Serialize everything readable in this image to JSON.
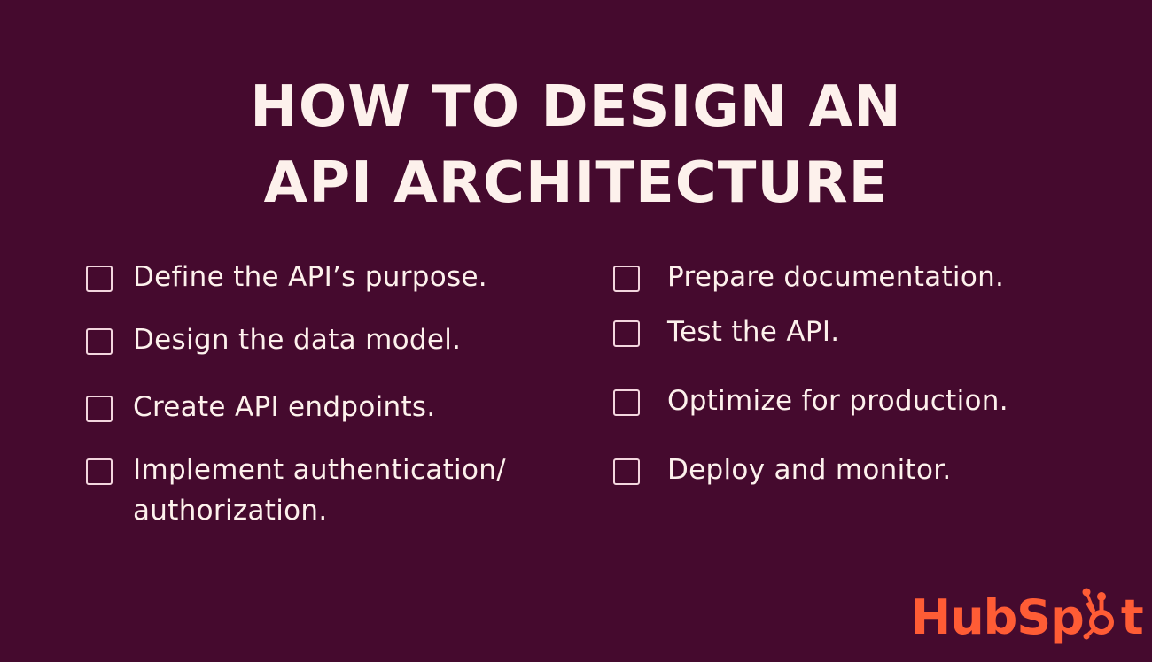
{
  "title": {
    "line1": "HOW TO DESIGN AN",
    "line2": "API ARCHITECTURE"
  },
  "checklist": {
    "left": [
      {
        "label": "Define the API’s purpose.",
        "checked": false
      },
      {
        "label": "Design the data model.",
        "checked": false
      },
      {
        "label": "Create API endpoints.",
        "checked": false
      },
      {
        "label": "Implement authentication/\nauthorization.",
        "checked": false
      }
    ],
    "right": [
      {
        "label": "Prepare documentation.",
        "checked": false
      },
      {
        "label": "Test the API.",
        "checked": false
      },
      {
        "label": "Optimize for production.",
        "checked": false
      },
      {
        "label": "Deploy and monitor.",
        "checked": false
      }
    ]
  },
  "logo": {
    "text_before": "HubSp",
    "text_after": "t",
    "icon": "hubspot-sprocket-icon"
  },
  "colors": {
    "background": "#450a2e",
    "text": "#fdf1ec",
    "checkbox_border": "#f3d6de",
    "brand": "#ff5c35"
  }
}
